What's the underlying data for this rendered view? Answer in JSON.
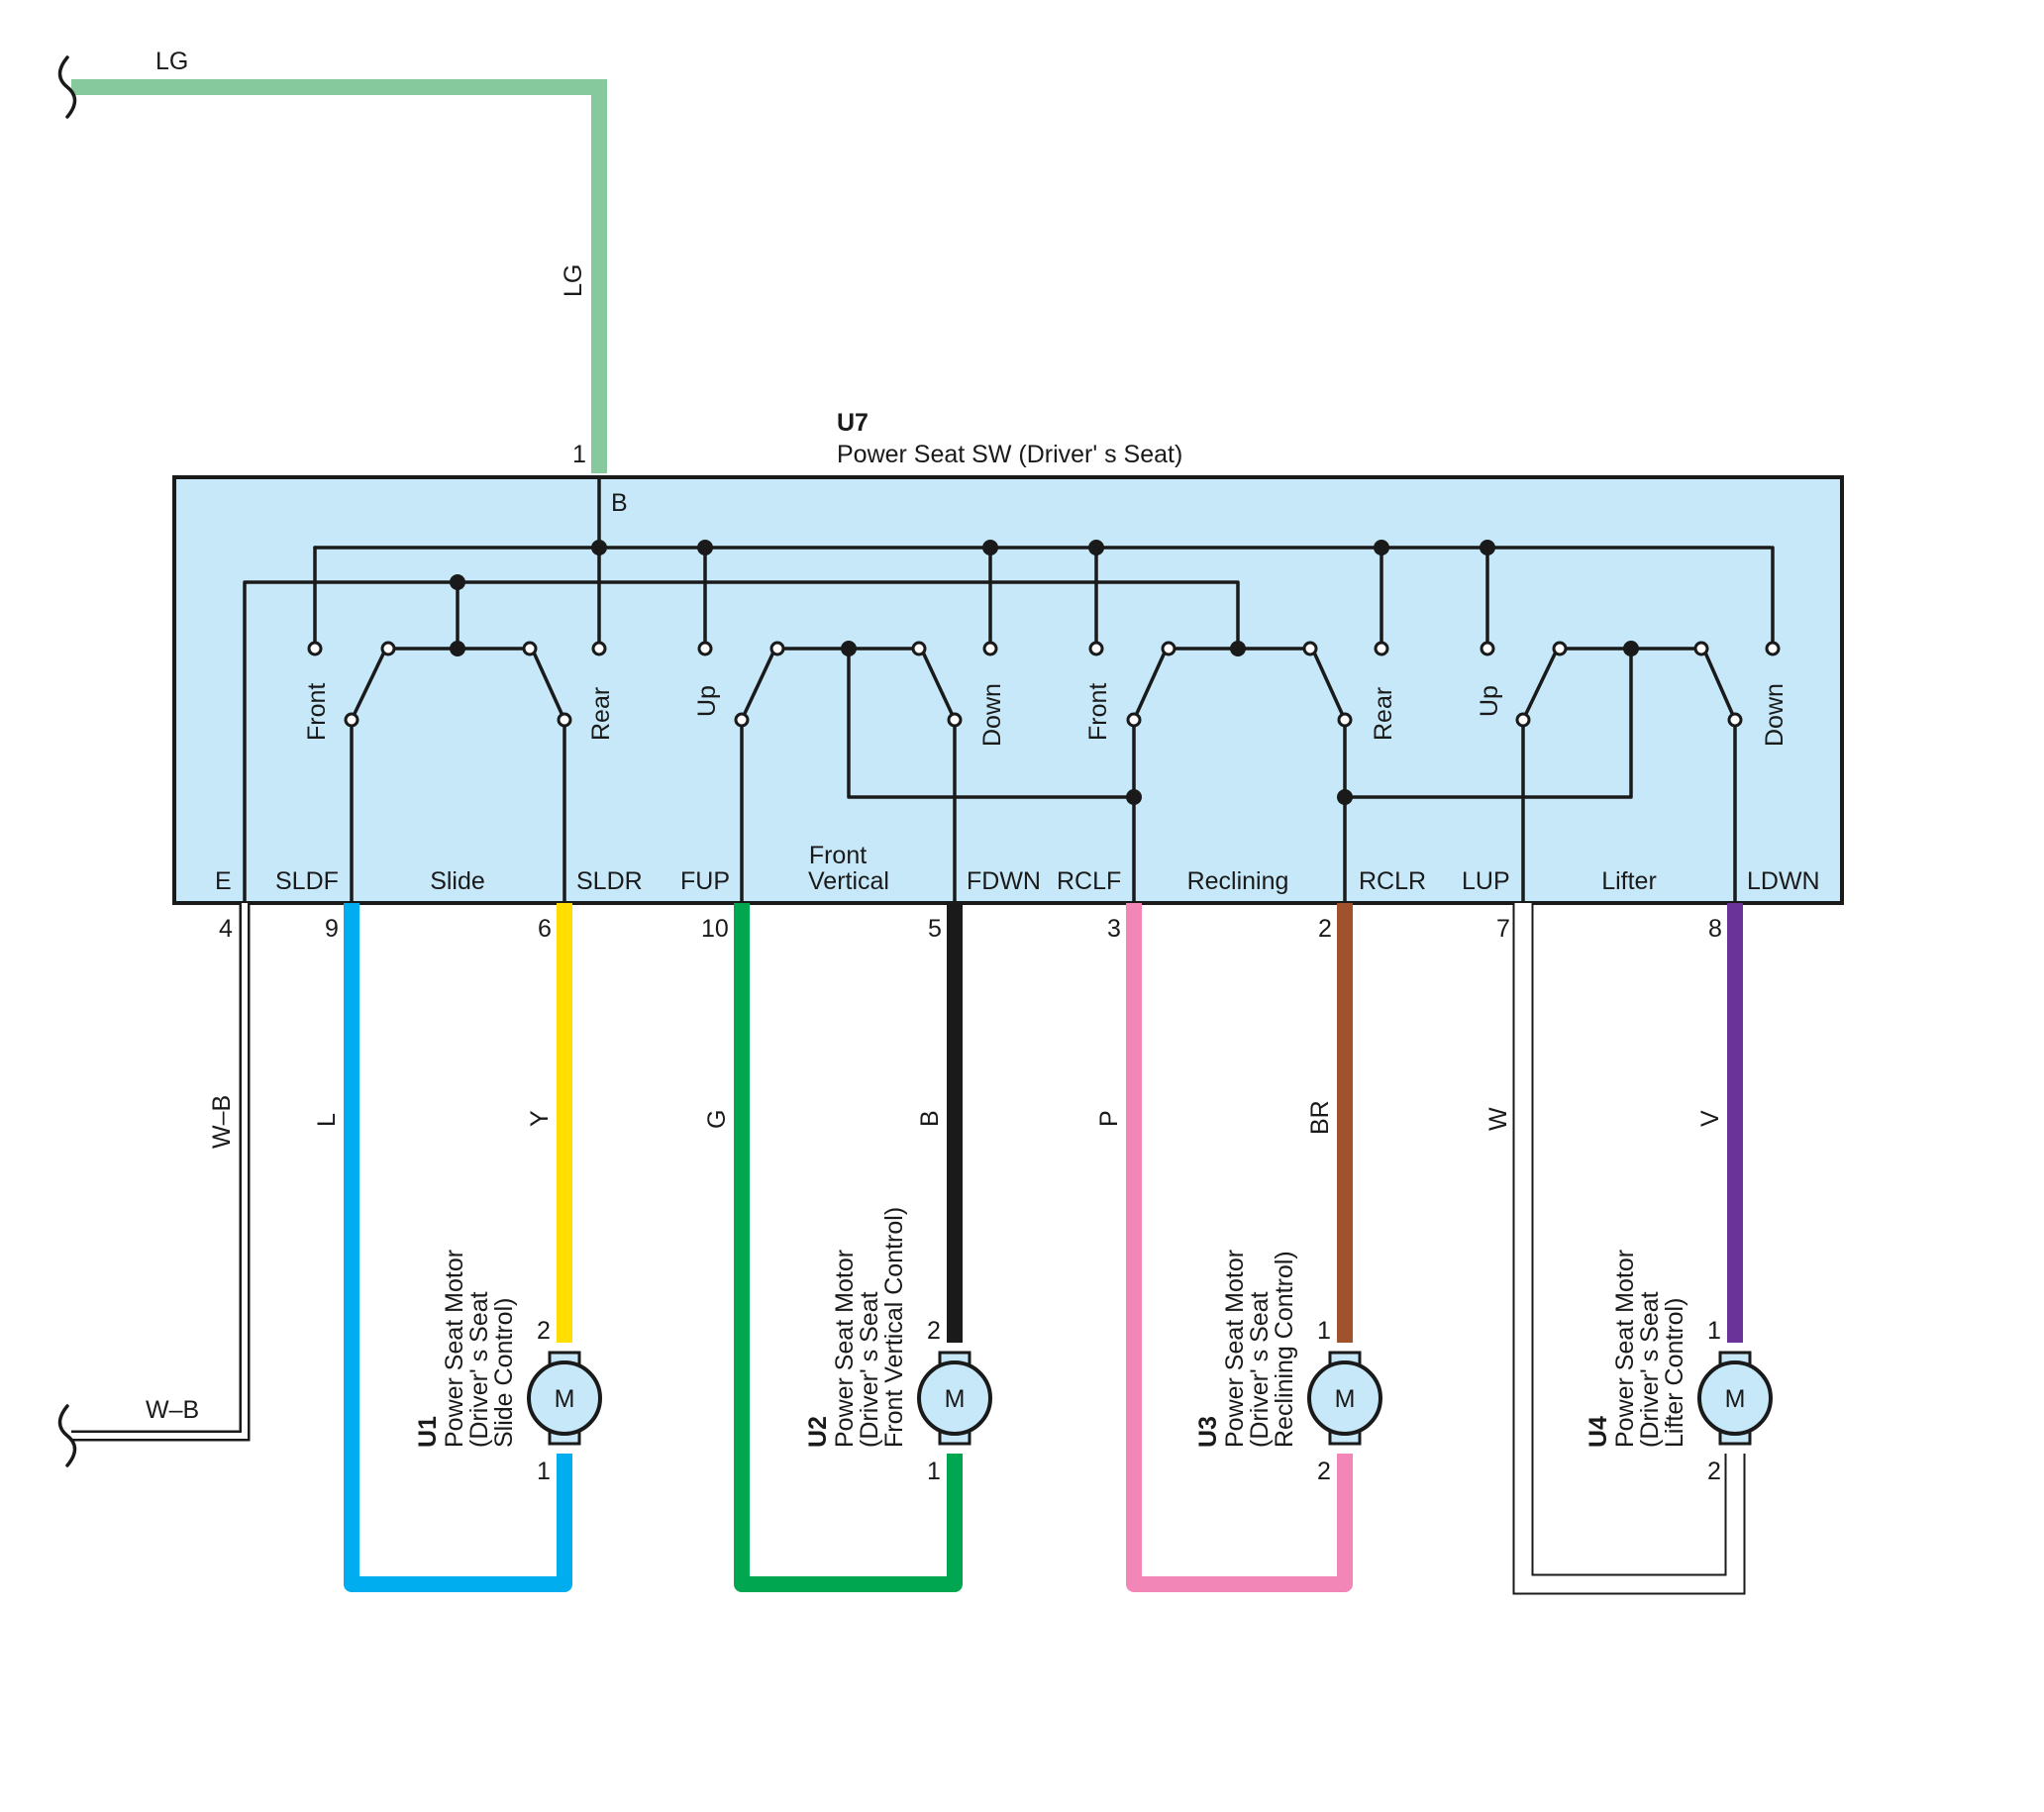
{
  "colors": {
    "LG": "#85c99c",
    "W": "#ffffff",
    "L": "#00aeef",
    "Y": "#ffde00",
    "G": "#00a650",
    "B": "#1a1a1a",
    "P": "#f287b7",
    "BR": "#a0522d",
    "V": "#6a3399",
    "box_fill": "#c6e8f9",
    "motor_fill": "#c6e8f9"
  },
  "break_labels": {
    "top": "LG",
    "bottom": "W–B"
  },
  "wire_labels": {
    "lg": "LG",
    "wb": "W–B",
    "l": "L",
    "y": "Y",
    "g": "G",
    "b": "B",
    "p": "P",
    "br": "BR",
    "w": "W",
    "v": "V"
  },
  "switch": {
    "code": "U7",
    "name": "Power Seat SW (Driver'  s Seat)",
    "pin_in": "1",
    "pin_in_name": "B",
    "terminals": [
      "E",
      "SLDF",
      "SLDR",
      "FUP",
      "FDWN",
      "RCLF",
      "RCLR",
      "LUP",
      "LDWN"
    ],
    "pins": [
      "4",
      "9",
      "6",
      "10",
      "5",
      "3",
      "2",
      "7",
      "8"
    ],
    "groups": [
      "Slide",
      "Front",
      "Vertical",
      "Reclining",
      "Lifter"
    ],
    "contacts": [
      "Front",
      "Rear",
      "Up",
      "Down",
      "Front",
      "Rear",
      "Up",
      "Down"
    ]
  },
  "motors": [
    {
      "code": "U1",
      "line1": "Power Seat Motor",
      "line2": "(Driver'  s Seat",
      "line3": "Slide Control)",
      "pin_top": "2",
      "pin_bottom": "1",
      "symbol": "M"
    },
    {
      "code": "U2",
      "line1": "Power Seat Motor",
      "line2": "(Driver'  s Seat",
      "line3": "Front Vertical Control)",
      "pin_top": "2",
      "pin_bottom": "1",
      "symbol": "M"
    },
    {
      "code": "U3",
      "line1": "Power Seat Motor",
      "line2": "(Driver'  s Seat",
      "line3": "Reclining Control)",
      "pin_top": "1",
      "pin_bottom": "2",
      "symbol": "M"
    },
    {
      "code": "U4",
      "line1": "Power Seat Motor",
      "line2": "(Driver'  s Seat",
      "line3": "Lifter Control)",
      "pin_top": "1",
      "pin_bottom": "2",
      "symbol": "M"
    }
  ]
}
